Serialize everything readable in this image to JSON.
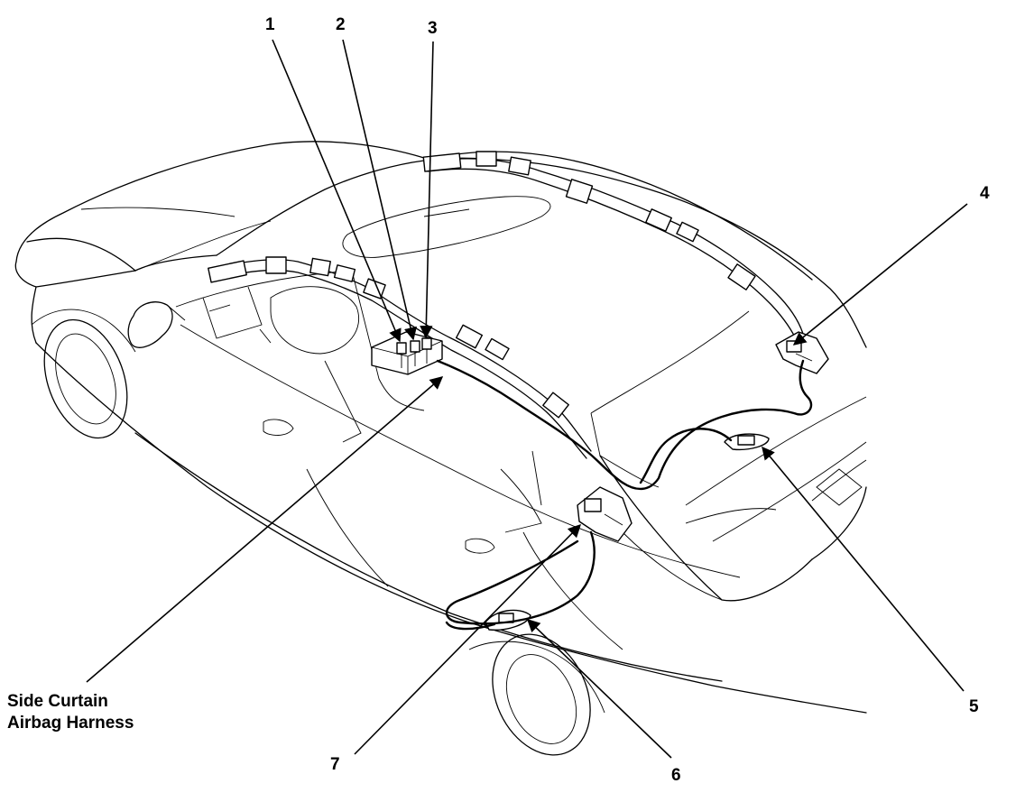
{
  "callouts": {
    "c1": "1",
    "c2": "2",
    "c3": "3",
    "c4": "4",
    "c5": "5",
    "c6": "6",
    "c7": "7"
  },
  "harness_label": {
    "line1": "Side Curtain",
    "line2": "Airbag Harness"
  }
}
